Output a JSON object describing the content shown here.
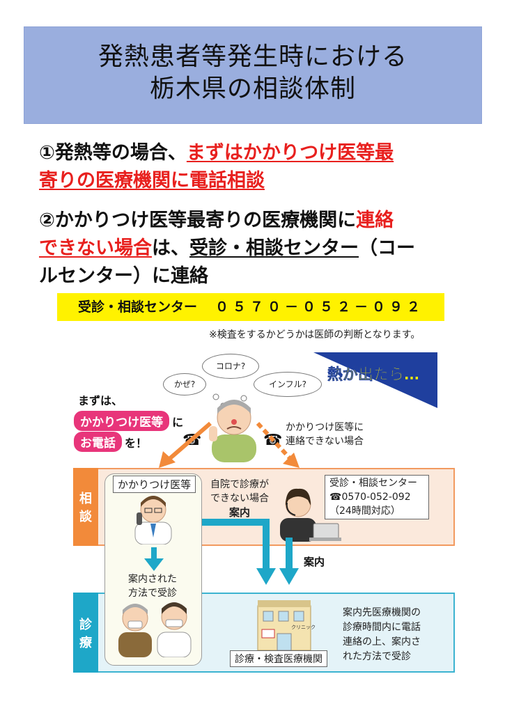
{
  "title": {
    "line1": "発熱患者等発生時における",
    "line2": "栃木県の相談体制"
  },
  "point1": {
    "prefix": "①発熱等の場合、",
    "highlight": "まずはかかりつけ医等最寄りの医療機関に電話相談",
    "highlight_part1": "まずはかかりつけ医等最",
    "highlight_part2": "寄りの医療機関に電話相談"
  },
  "point2": {
    "prefix": "②かかりつけ医等最寄りの医療機関に",
    "highlight": "連絡できない場合",
    "highlight_part1": "連絡",
    "highlight_part2": "できない場合",
    "middle": "は、",
    "center_name": "受診・相談センター",
    "suffix": "（コールセンター）に連絡",
    "suffix_part1": "（コー",
    "suffix_part2": "ルセンター）に連絡"
  },
  "contact_banner": {
    "label": "受診・相談センター",
    "number": "０５７０－０５２－０９２"
  },
  "note": "※検査をするかどうかは医師の判断となります。",
  "diagram": {
    "banner": "熱が出たら…",
    "thoughts": [
      "かぜ?",
      "コロナ?",
      "インフル?"
    ],
    "first_prefix": "まずは、",
    "first_pill1": "かかりつけ医等",
    "first_ni": "に",
    "first_pill2": "お電話",
    "first_suffix": "を！",
    "cannot_contact_line1": "かかりつけ医等に",
    "cannot_contact_line2": "連絡できない場合",
    "band_sodan": "相談",
    "band_shinryo": "診療",
    "gp_label": "かかりつけ医等",
    "self_line1": "自院で診療が",
    "self_line2": "できない場合",
    "annai1": "案内",
    "center_label": "受診・相談センター",
    "center_phone": "☎0570-052-092",
    "center_hours": "（24時間対応）",
    "annai2": "案内",
    "guided_line1": "案内された",
    "guided_line2": "方法で受診",
    "clinic_sign": "クリニック",
    "clinic_label": "診療・検査医療機関",
    "right_text": [
      "案内先医療機関の",
      "診療時間内に電話",
      "連絡の上、案内さ",
      "れた方法で受診"
    ]
  },
  "colors": {
    "title_bg": "#9aaede",
    "red": "#e8201e",
    "yellow": "#fff200",
    "orange": "#f28a3a",
    "cyan": "#1ea7c8",
    "pink": "#e8357a",
    "navy": "#1f3f9e"
  }
}
